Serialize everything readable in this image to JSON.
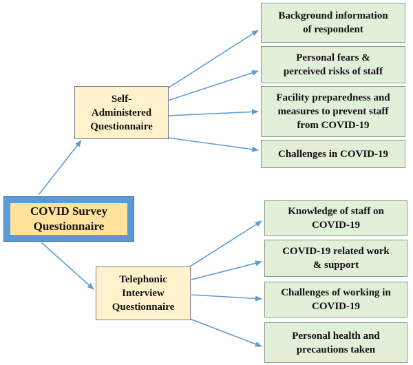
{
  "root": "COVID Survey Questionnaire",
  "branches": [
    {
      "label": "Self-Administered Questionnaire",
      "lines": [
        "Self-",
        "Administered",
        "Questionnaire"
      ],
      "items": [
        [
          "Background information",
          "of respondent"
        ],
        [
          "Personal fears &",
          "perceived risks of staff"
        ],
        [
          "Facility preparedness and",
          "measures to prevent staff",
          "from COVID-19"
        ],
        [
          "Challenges in COVID-19"
        ]
      ]
    },
    {
      "label": "Telephonic Interview Questionnaire",
      "lines": [
        "Telephonic",
        "Interview",
        "Questionnaire"
      ],
      "items": [
        [
          "Knowledge of staff on",
          "COVID-19"
        ],
        [
          "COVID-19 related work",
          "& support"
        ],
        [
          "Challenges of working in",
          "COVID-19"
        ],
        [
          "Personal health and",
          "precautions taken"
        ]
      ]
    }
  ],
  "colors": {
    "arrow": "#5B9BD5",
    "green": "#E2EFD9",
    "yellow": "#FFF2CC",
    "main_fill": "#FFE29B",
    "main_border": "#5B9BD5"
  }
}
